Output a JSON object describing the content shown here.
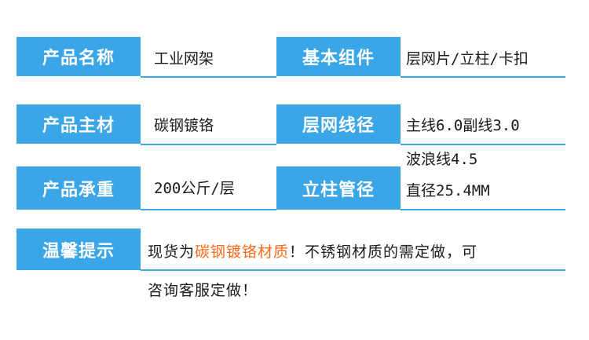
{
  "rows": [
    {
      "label": "产品名称",
      "value": "工业网架",
      "label2": "基本组件",
      "value2": "层网片/立柱/卡扣"
    },
    {
      "label": "产品主材",
      "value": "碳钢镀铬",
      "label2": "层网线径",
      "value2": "主线6.0副线3.0"
    },
    {
      "label": "产品承重",
      "value": "200公斤/层",
      "label2": "立柱管径",
      "value2_line1": "波浪线4.5",
      "value2_line2": "直径25.4MM"
    }
  ],
  "notice": {
    "label": "温馨提示",
    "prefix": "现货为",
    "highlight": "碳钢镀铬材质",
    "suffix": "！不锈钢材质的需定做，可",
    "line2": "咨询客服定做！"
  },
  "colors": {
    "accent": "#3aa6e8",
    "highlight": "#ff6a1a"
  }
}
